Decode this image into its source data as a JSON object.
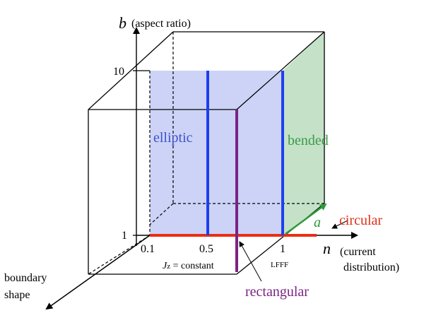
{
  "axes": {
    "b": {
      "symbol": "b",
      "label": "(aspect ratio)",
      "tick_10": "10",
      "tick_1": "1"
    },
    "n": {
      "symbol": "n",
      "label_line1": "(current",
      "label_line2": "distribution)",
      "tick_01": "0.1",
      "tick_05": "0.5",
      "tick_1": "1"
    },
    "boundary": {
      "line1": "boundary",
      "line2": "shape"
    }
  },
  "labels": {
    "elliptic": "elliptic",
    "bended": "bended",
    "circular": "circular",
    "rectangular": "rectangular",
    "a": "a",
    "jz_prefix": "J",
    "jz_sub": "z",
    "jz_rest": " = constant",
    "lfff": "LFFF"
  },
  "colors": {
    "elliptic_fill": "#ccd3f7",
    "bended_fill": "#c5e2c8",
    "blue": "#1e3ff0",
    "green": "#2e9a3a",
    "red": "#ec2d14",
    "purple": "#7a2383",
    "elliptic_text": "#3f52c7",
    "bended_text": "#3c9a48",
    "circular_text": "#e0301a",
    "rectangular_text": "#7a2383"
  }
}
